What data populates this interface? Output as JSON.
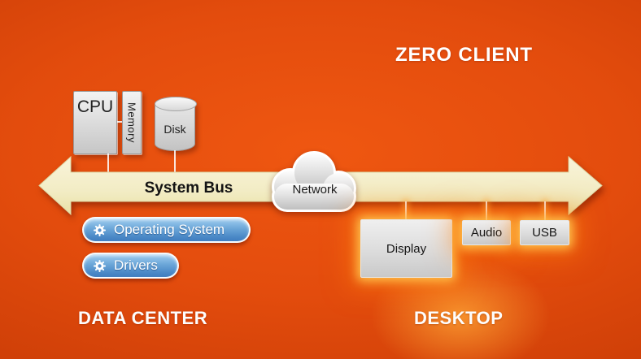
{
  "title": "ZERO CLIENT",
  "bus": {
    "label": "System Bus"
  },
  "cloud": {
    "label": "Network",
    "icon": "cloud-icon"
  },
  "hardware": {
    "cpu": {
      "label": "CPU"
    },
    "memory": {
      "label": "Memory"
    },
    "disk": {
      "label": "Disk"
    }
  },
  "software": {
    "os": {
      "label": "Operating System",
      "icon": "gear-icon"
    },
    "drivers": {
      "label": "Drivers",
      "icon": "gear-icon"
    }
  },
  "peripherals": {
    "display": {
      "label": "Display"
    },
    "audio": {
      "label": "Audio"
    },
    "usb": {
      "label": "USB"
    }
  },
  "regions": {
    "data_center": "DATA CENTER",
    "desktop": "DESKTOP"
  },
  "colors": {
    "background_center": "#ef5711",
    "background_edge": "#b83505",
    "bus_fill_top": "#f9f4da",
    "bus_fill_bottom": "#e9e1a5",
    "pill_top": "#a3cff0",
    "pill_bottom": "#3f7dbf",
    "glow": "#ffb545",
    "box_fill_top": "#f3f3f3",
    "box_fill_bottom": "#c6c6c6",
    "text_light": "#ffffff",
    "text_dark": "#161616"
  }
}
